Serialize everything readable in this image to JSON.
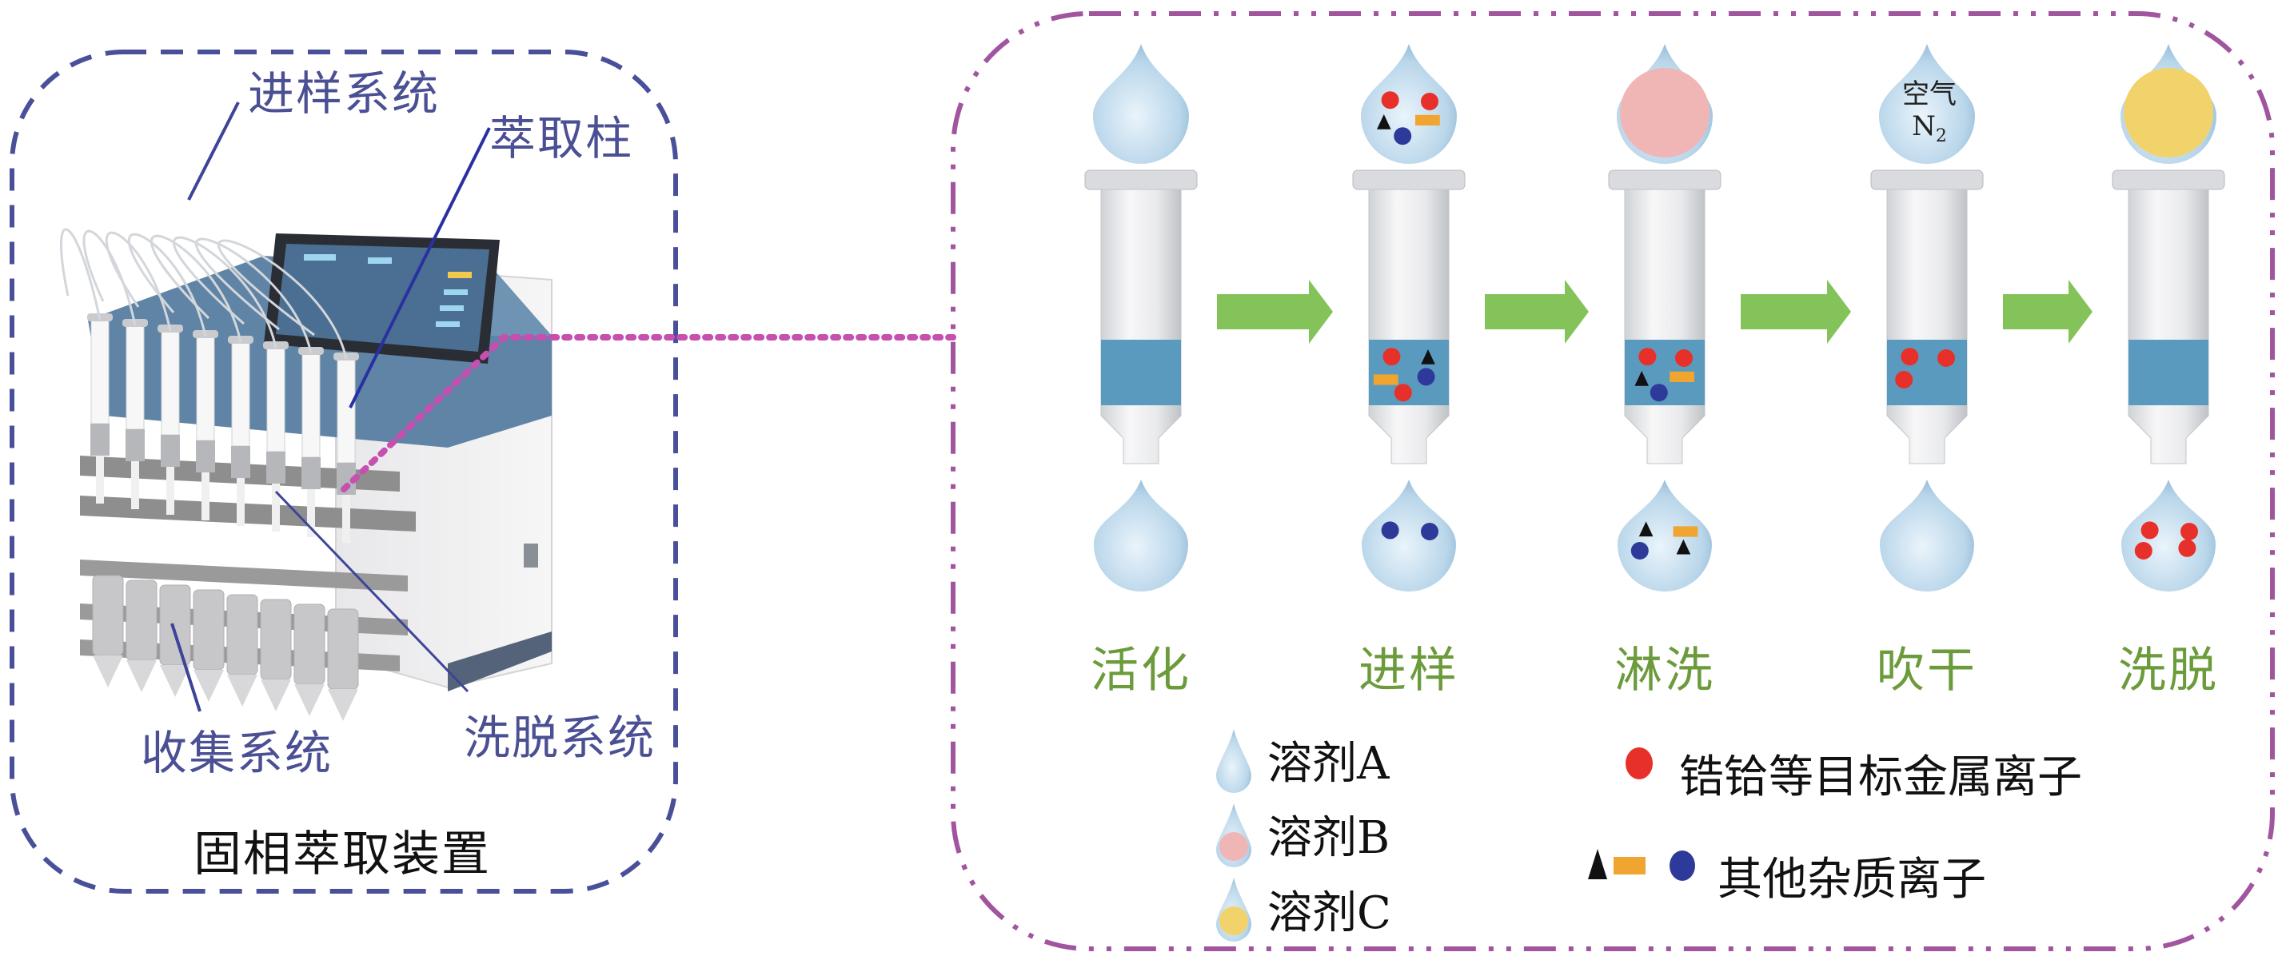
{
  "figure": {
    "left_panel": {
      "title": "固相萃取装置",
      "callouts": {
        "sampling_system": "进样系统",
        "extraction_column": "萃取柱",
        "collection_system": "收集系统",
        "elution_system": "洗脱系统"
      },
      "syringe_count": 8,
      "border_color": "#4a4f9a"
    },
    "right_panel": {
      "border_color": "#a0559e",
      "arrow_color": "#84c35a",
      "steps": [
        {
          "label": "活化",
          "top_drop": "solvent-A",
          "top_contents": [],
          "column_contents": [],
          "bottom_drop": "solvent-A",
          "bottom_contents": []
        },
        {
          "label": "进样",
          "top_drop": "solvent-A",
          "top_contents": [
            "red-circle",
            "red-circle",
            "black-triangle",
            "orange-rect",
            "blue-circle"
          ],
          "column_contents": [
            "red-circle",
            "black-triangle",
            "orange-rect",
            "blue-circle",
            "red-circle"
          ],
          "bottom_drop": "solvent-A",
          "bottom_contents": [
            "blue-circle",
            "blue-circle"
          ]
        },
        {
          "label": "淋洗",
          "top_drop": "solvent-B",
          "top_contents": [],
          "column_contents": [
            "red-circle",
            "red-circle",
            "black-triangle",
            "orange-rect",
            "blue-circle"
          ],
          "bottom_drop": "solvent-A",
          "bottom_contents": [
            "black-triangle",
            "orange-rect",
            "blue-circle",
            "black-triangle"
          ]
        },
        {
          "label": "吹干",
          "top_drop": "gas",
          "top_text_line1": "空气",
          "top_text_line2": "N",
          "top_text_sub": "2",
          "column_contents": [
            "red-circle",
            "red-circle",
            "red-circle"
          ],
          "bottom_drop": "solvent-A",
          "bottom_contents": []
        },
        {
          "label": "洗脱",
          "top_drop": "solvent-C",
          "top_contents": [],
          "column_contents": [],
          "bottom_drop": "solvent-A",
          "bottom_contents": [
            "red-circle",
            "red-circle",
            "red-circle",
            "red-circle"
          ]
        }
      ]
    },
    "legend": {
      "solvents": [
        {
          "label": "溶剂A",
          "color": "#cfe3f0"
        },
        {
          "label": "溶剂B",
          "color": "#f0b5b5"
        },
        {
          "label": "溶剂C",
          "color": "#f2d36b"
        }
      ],
      "target_ions": {
        "label": "锆铪等目标金属离子",
        "color": "#e8302a"
      },
      "impurity_ions": {
        "label": "其他杂质离子",
        "colors": [
          "#111111",
          "#f0a530",
          "#2d3a9a"
        ]
      }
    }
  }
}
